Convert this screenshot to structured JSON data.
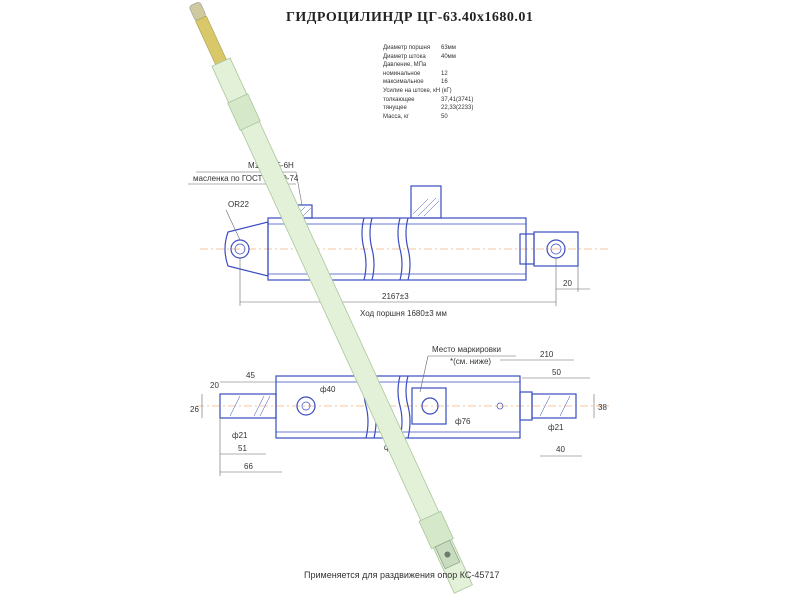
{
  "title": "ГИДРОЦИЛИНДР ЦГ-63.40х1680.01",
  "specs": [
    {
      "label": "Диаметр поршня",
      "value": "63мм"
    },
    {
      "label": "Диаметр штока",
      "value": "40мм"
    },
    {
      "label": "Давление, МПа",
      "value": ""
    },
    {
      "label": "номинальное",
      "value": "12"
    },
    {
      "label": "максимальное",
      "value": "16"
    },
    {
      "label": "Усилие на штоке, кН (кГ)",
      "value": ""
    },
    {
      "label": "толкающее",
      "value": "37,41(3741)"
    },
    {
      "label": "тянущее",
      "value": "22,33(2233)"
    },
    {
      "label": "Масса, кг",
      "value": "50"
    }
  ],
  "annotations": {
    "thread": "М14 х1,5-6Н",
    "greaser": "масленка по ГОСТ 19529-74",
    "radius": "OR22",
    "overall_length": "2167±3",
    "stroke": "Ход поршня 1680±3 мм",
    "rod_end_gap": "20",
    "marking_place": "Место маркировки",
    "marking_note": "*(см. ниже)",
    "marking_width": "210"
  },
  "bottom_dims": {
    "left_45": "45",
    "left_26": "26",
    "left_20": "20",
    "left_phi21": "ф21",
    "left_51": "51",
    "left_66": "66",
    "body_phi40": "ф40",
    "body_phi76": "ф76",
    "body_phi36": "ф36",
    "right_50": "50",
    "right_phi21": "ф21",
    "right_40": "40",
    "right_38": "38"
  },
  "footer": "Применяется для раздвижения опор КС-45717",
  "colors": {
    "outline": "#3a4cc0",
    "centerline": "#e88a3a",
    "rod": "#e2f1d7",
    "rod_stroke": "#a9c79d",
    "tip": "#d8c86a"
  }
}
